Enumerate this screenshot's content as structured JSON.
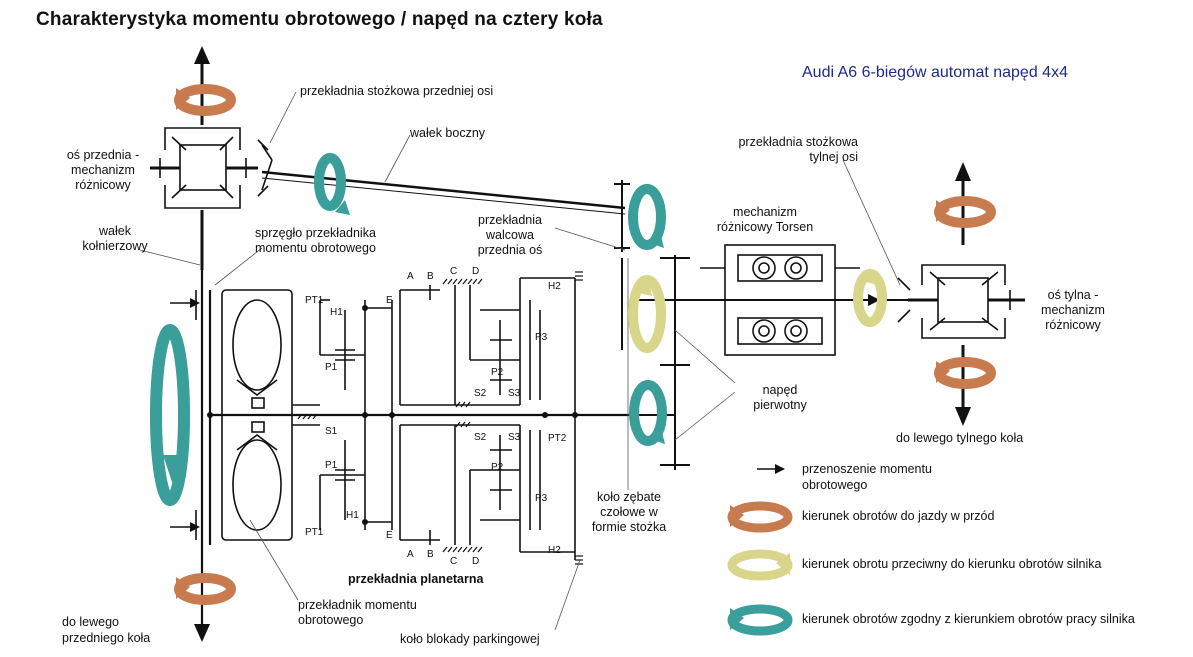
{
  "title": "Charakterystyka momentu obrotowego / napęd na cztery koła",
  "subtitle": "Audi A6 6-biegów automat napęd 4x4",
  "labels": {
    "front_bevel": "przekładnia stożkowa przedniej osi",
    "front_diff_1": "oś przednia -",
    "front_diff_2": "mechanizm",
    "front_diff_3": "różnicowy",
    "side_shaft": "wałek boczny",
    "flange_shaft_1": "wałek",
    "flange_shaft_2": "kołnierzowy",
    "clutch_1": "sprzęgło przekładnika",
    "clutch_2": "momentu obrotowego",
    "spur_gear_1": "przekładnia",
    "spur_gear_2": "walcowa",
    "spur_gear_3": "przednia oś",
    "rear_bevel_1": "przekładnia stożkowa",
    "rear_bevel_2": "tylnej osi",
    "torsen_1": "mechanizm",
    "torsen_2": "różnicowy Torsen",
    "rear_axle_1": "oś tylna -",
    "rear_axle_2": "mechanizm",
    "rear_axle_3": "różnicowy",
    "primary_drive_1": "napęd",
    "primary_drive_2": "pierwotny",
    "rear_left_wheel": "do lewego tylnego koła",
    "cone_gear_1": "koło zębate",
    "cone_gear_2": "czołowe w",
    "cone_gear_3": "formie stożka",
    "planetary": "przekładnia planetarna",
    "torque_converter_1": "przekładnik momentu",
    "torque_converter_2": "obrotowego",
    "front_left_wheel_1": "do lewego",
    "front_left_wheel_2": "przedniego koła",
    "parking_lock": "koło blokady parkingowej"
  },
  "gear_marks": {
    "pt1": "PT1",
    "pt2": "PT2",
    "h1": "H1",
    "h2": "H2",
    "p1": "P1",
    "p2": "P2",
    "p3": "P3",
    "s1": "S1",
    "s2": "S2",
    "s3": "S3",
    "a": "A",
    "b": "B",
    "c": "C",
    "d": "D",
    "e": "E"
  },
  "legend": [
    {
      "icon": "torque-arrow-icon",
      "text_1": "przenoszenie momentu",
      "text_2": "obrotowego"
    },
    {
      "icon": "rotation-orange-icon",
      "text_1": "kierunek obrotów do jazdy w przód",
      "text_2": ""
    },
    {
      "icon": "rotation-yellow-icon",
      "text_1": "kierunek obrotu przeciwny do kierunku obrotów silnika",
      "text_2": ""
    },
    {
      "icon": "rotation-teal-icon",
      "text_1": "kierunek obrotów zgodny z kierunkiem obrotów pracy silnika",
      "text_2": ""
    }
  ],
  "colors": {
    "orange": "#c87b4e",
    "yellow": "#d8d68a",
    "teal": "#3a9e9a",
    "title_blue": "#1f2a8a"
  }
}
